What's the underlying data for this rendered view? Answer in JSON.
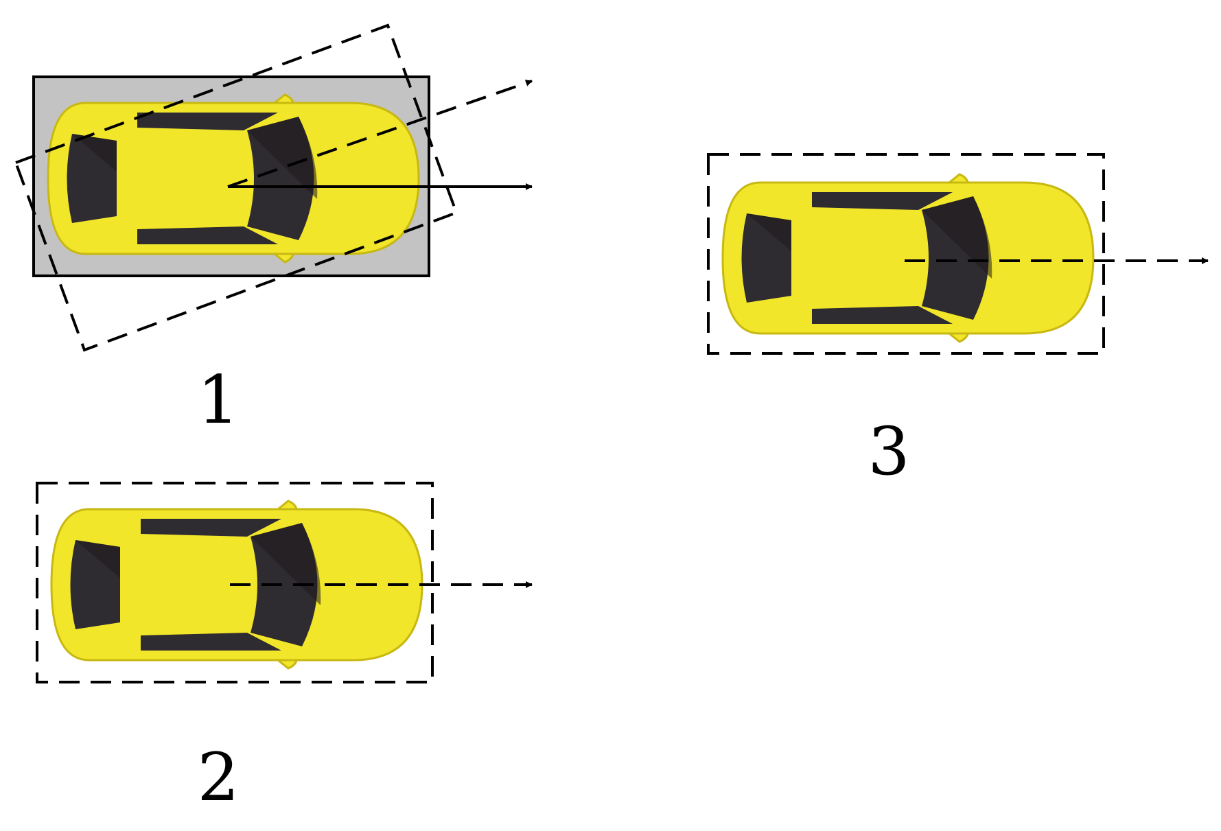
{
  "labels": {
    "scenario_1": "1",
    "scenario_2": "2",
    "scenario_3": "3"
  },
  "colors": {
    "car_body": "#f2e62a",
    "car_body_edge": "#c8b812",
    "car_glass": "#2e2b31",
    "car_glass_shade": "#1f1a1c",
    "footprint_fill": "#c3c3c3",
    "line": "#000000"
  }
}
